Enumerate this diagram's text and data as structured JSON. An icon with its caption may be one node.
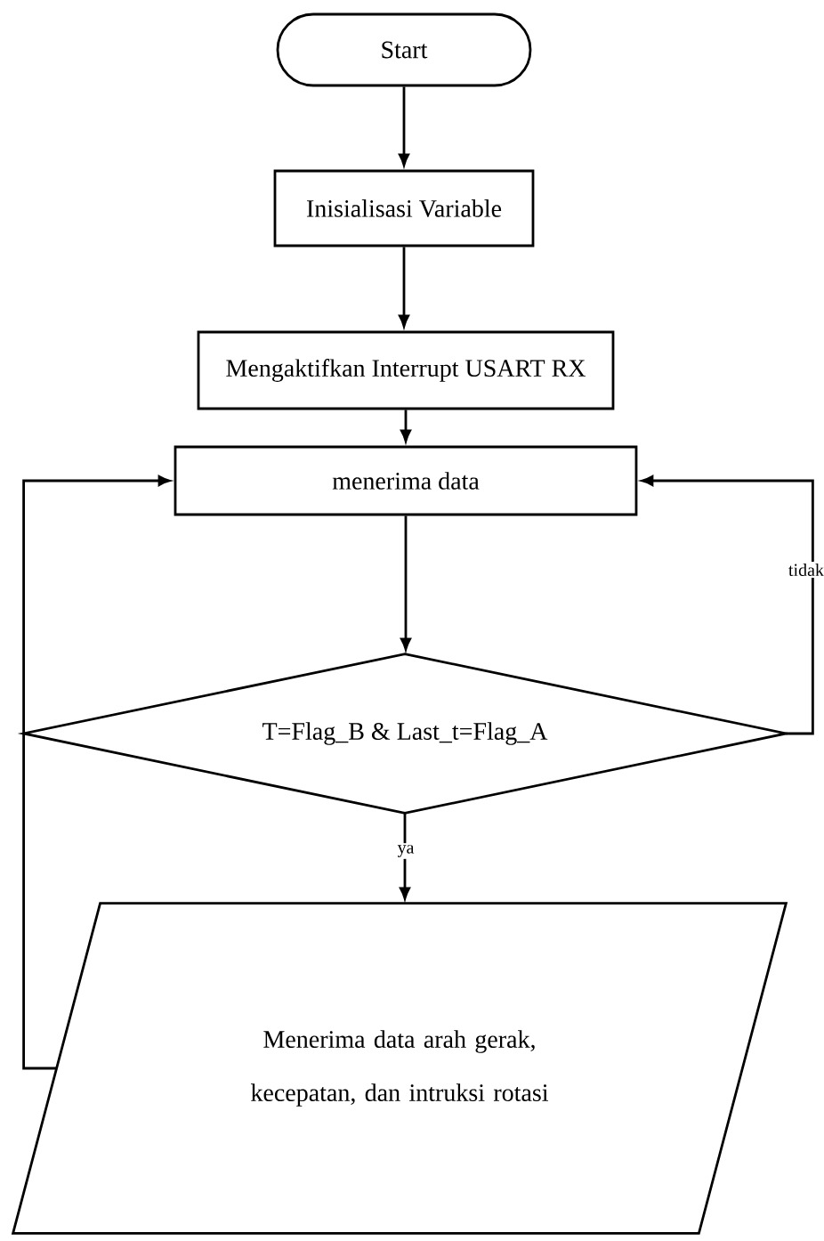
{
  "diagram": {
    "nodes": [
      {
        "text": [
          "Start"
        ]
      },
      {
        "text": [
          "Inisialisasi Variable"
        ]
      },
      {
        "text": [
          "Mengaktifkan Interrupt USART RX"
        ]
      },
      {
        "text": [
          "menerima data"
        ]
      },
      {
        "text": [
          "T=Flag_B & Last_t=Flag_A"
        ]
      },
      {
        "text": [
          "Menerima data arah gerak, kecepatan, dan intruksi rotasi"
        ]
      }
    ],
    "edges": [
      {
        "from": 0,
        "to": 1,
        "arrow": "to"
      },
      {
        "from": 1,
        "to": 2,
        "arrow": "to"
      },
      {
        "from": 2,
        "to": 3,
        "arrow": "to"
      },
      {
        "from": 3,
        "to": 4,
        "arrow": "to"
      },
      {
        "from": 4,
        "to": 3,
        "arrow": "to",
        "label": "tidak"
      },
      {
        "from": 4,
        "to": 5,
        "arrow": "to",
        "label": "ya"
      },
      {
        "from": 5,
        "to": 3,
        "arrow": "to"
      }
    ]
  }
}
